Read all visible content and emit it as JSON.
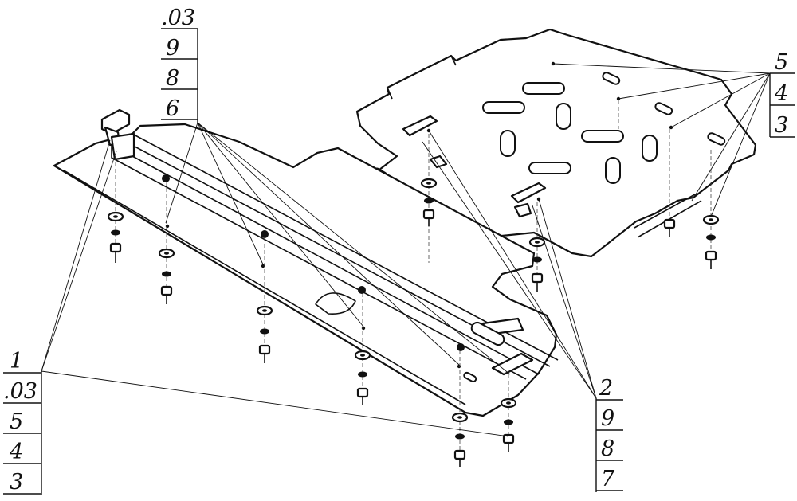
{
  "callouts": {
    "top": [
      "03",
      "9",
      "8",
      "6"
    ],
    "right_top": [
      "5",
      "4",
      "3"
    ],
    "right_bottom": [
      "2",
      "9",
      "8",
      "7"
    ],
    "left_bottom": [
      "1",
      "03",
      "5",
      "4",
      "3"
    ]
  },
  "colors": {
    "line": "#111111",
    "background": "#ffffff"
  }
}
